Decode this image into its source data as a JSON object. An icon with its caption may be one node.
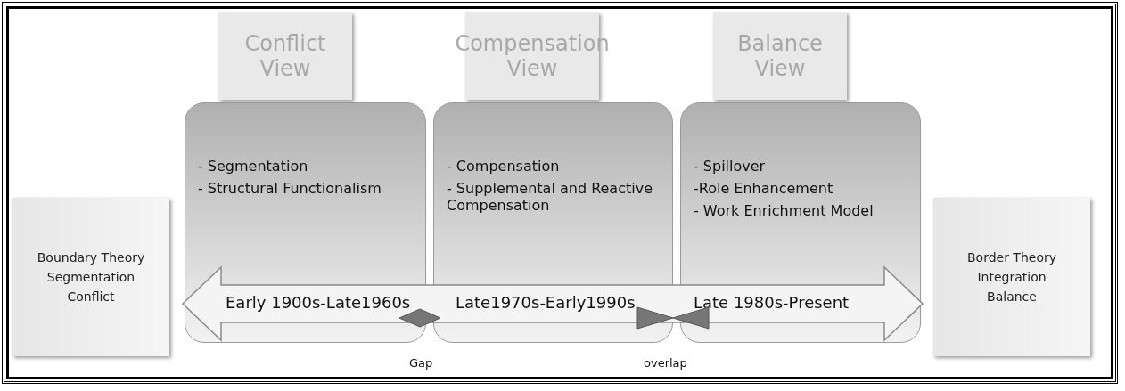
{
  "diagram": {
    "nodes": [
      {
        "text": [
          "Conflict View"
        ]
      },
      {
        "text": [
          "- Segmentation",
          "- Structural Functionalism"
        ]
      },
      {
        "text": [
          "Compensation View"
        ]
      },
      {
        "text": [
          "- Compensation",
          "- Supplemental and Reactive Compensation"
        ]
      },
      {
        "text": [
          "Balance View"
        ]
      },
      {
        "text": [
          "- Spillover",
          "-Role Enhancement",
          "- Work Enrichment Model"
        ]
      },
      {
        "text": [
          "Boundary Theory",
          "Segmentation",
          "Conflict"
        ]
      },
      {
        "text": [
          "Border Theory",
          "Integration",
          "Balance"
        ]
      },
      {
        "text": [
          "Early 1900s-Late1960s",
          "Late1970s-Early1990s",
          "Late 1980s-Present"
        ]
      }
    ],
    "edges": [],
    "labels": [
      "Gap",
      "overlap"
    ]
  }
}
